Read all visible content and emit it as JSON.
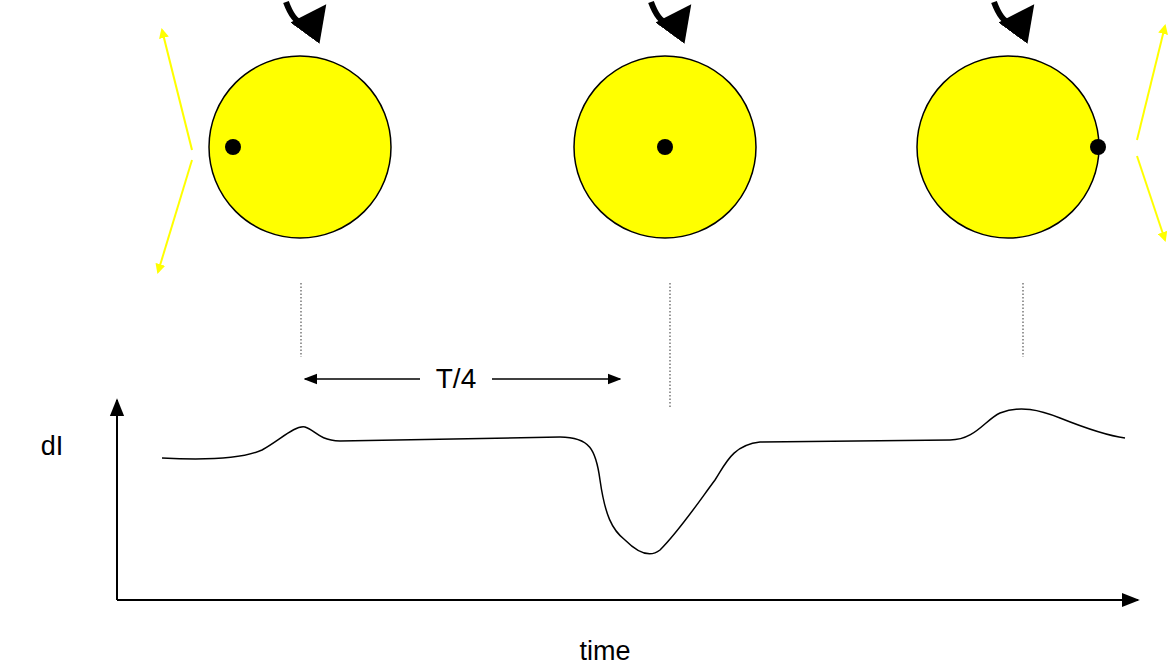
{
  "diagram": {
    "labels": [
      "T/4",
      "dI",
      "time"
    ]
  }
}
